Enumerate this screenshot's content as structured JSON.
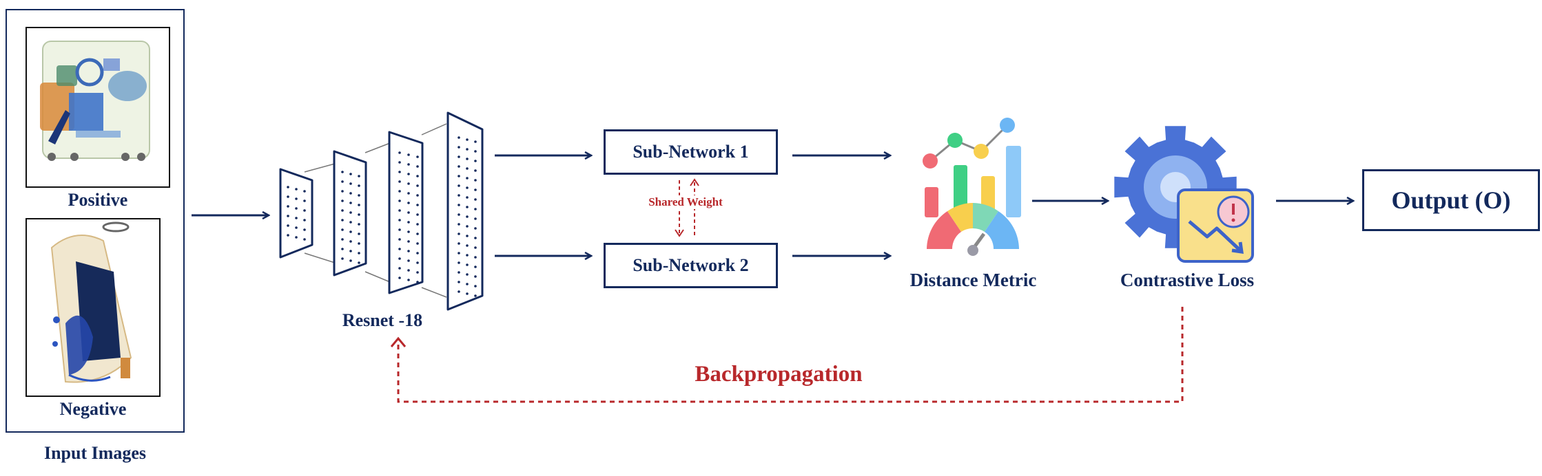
{
  "input_panel": {
    "positive_label": "Positive",
    "negative_label": "Negative",
    "caption": "Input Images"
  },
  "backbone": {
    "label": "Resnet -18"
  },
  "subnet1": {
    "label": "Sub-Network 1"
  },
  "subnet2": {
    "label": "Sub-Network 2"
  },
  "shared": {
    "label": "Shared Weight"
  },
  "distance": {
    "label": "Distance Metric"
  },
  "loss": {
    "label": "Contrastive Loss"
  },
  "output": {
    "label": "Output (O)"
  },
  "backprop": {
    "label": "Backpropagation"
  },
  "colors": {
    "navy": "#13295c",
    "red": "#b8282b",
    "gear_blue": "#4a72d6",
    "warn_yellow": "#f9e08b"
  }
}
